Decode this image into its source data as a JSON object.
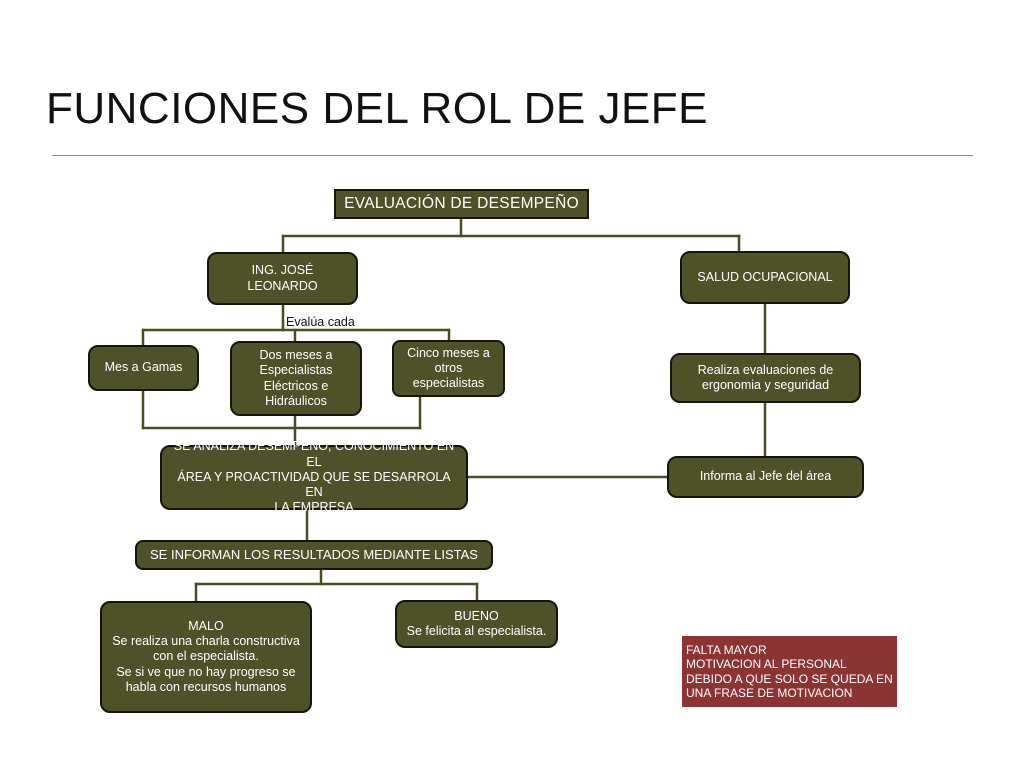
{
  "slide": {
    "title": "FUNCIONES DEL ROL DE JEFE"
  },
  "diagram": {
    "root": "EVALUACIÓN DE DESEMPEÑO",
    "left_branch": {
      "head": "ING. JOSÉ LEONARDO",
      "connector_label": "Evalúa cada",
      "options": [
        "Mes a Gamas",
        "Dos meses a\nEspecialistas\nEléctricos e\nHidráulicos",
        "Cinco meses a\notros\nespecialistas"
      ],
      "analysis": "SE ANALIZA DESEMPEÑO, CONOCIMIENTO EN EL\nÁREA Y PROACTIVIDAD QUE SE DESARROLA EN\nLA EMPRESA",
      "results": "SE INFORMAN LOS RESULTADOS MEDIANTE LISTAS",
      "outcomes": {
        "bad": "MALO\nSe realiza una charla constructiva\ncon el especialista.\nSe si ve que no hay progreso se\nhabla con recursos humanos",
        "good": "BUENO\nSe felicita al especialista."
      }
    },
    "right_branch": {
      "head": "SALUD OCUPACIONAL",
      "action": "Realiza evaluaciones de\nergonomia y seguridad",
      "report": "Informa al  Jefe del área"
    },
    "note": "FALTA MAYOR\nMOTIVACION AL PERSONAL\nDEBIDO A QUE SOLO SE QUEDA EN\nUNA FRASE DE MOTIVACION"
  },
  "colors": {
    "box_fill": "#4f5229",
    "box_border": "#151508",
    "connector": "#4a4c22",
    "note_fill": "#8c3434",
    "title_text": "#111111"
  }
}
